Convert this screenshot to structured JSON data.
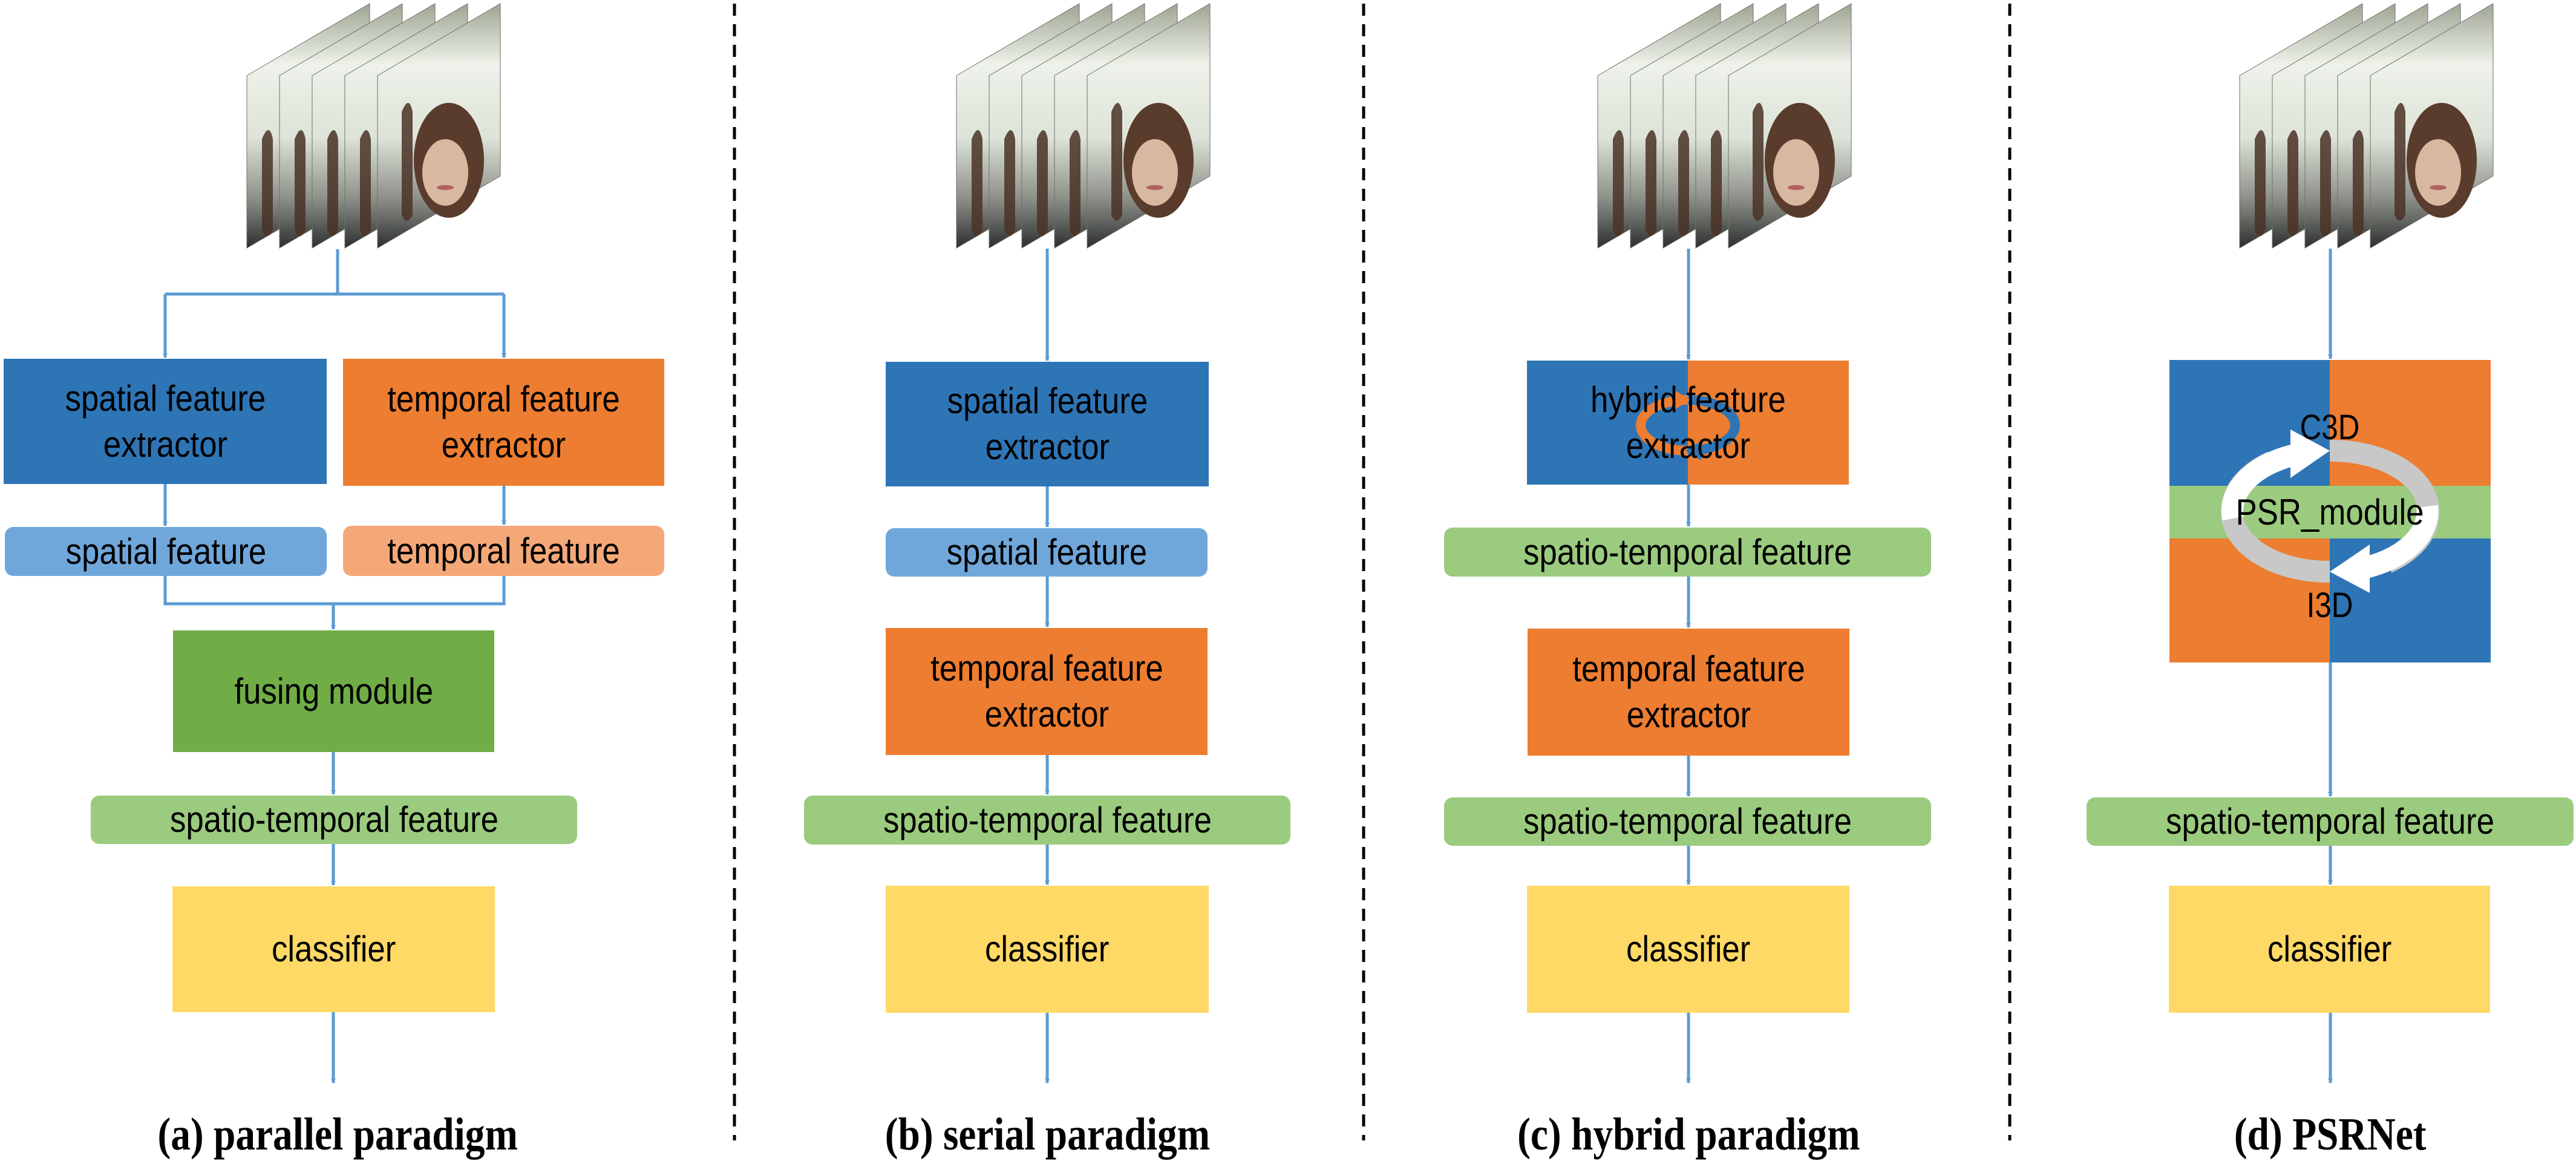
{
  "colors": {
    "spatial_block": "#2E75B6",
    "temporal_block": "#ED7D31",
    "spatial_feature": "#70A7DB",
    "temporal_feature": "#F4A878",
    "fusing_block": "#70AD47",
    "st_feature": "#9BCB7E",
    "classifier": "#FFD966",
    "arrow": "#5B9BD5",
    "divider": "#000000",
    "ring_front": "#FFFFFF",
    "ring_back": "#C8C8C8"
  },
  "input": {
    "frames_per_stack": 5,
    "frame_content": "face video frames"
  },
  "panels": {
    "a": {
      "spatial_extractor": "spatial feature\nextractor",
      "temporal_extractor": "temporal feature\nextractor",
      "spatial_feature": "spatial feature",
      "temporal_feature": "temporal feature",
      "fusing": "fusing module",
      "st_feature": "spatio-temporal feature",
      "classifier": "classifier",
      "caption": "(a) parallel paradigm"
    },
    "b": {
      "spatial_extractor": "spatial feature\nextractor",
      "spatial_feature": "spatial feature",
      "temporal_extractor": "temporal feature\nextractor",
      "st_feature": "spatio-temporal feature",
      "classifier": "classifier",
      "caption": "(b) serial paradigm"
    },
    "c": {
      "hybrid_extractor": "hybrid feature\nextractor",
      "st_feature_1": "spatio-temporal feature",
      "temporal_extractor": "temporal feature\nextractor",
      "st_feature_2": "spatio-temporal feature",
      "classifier": "classifier",
      "caption": "(c) hybrid paradigm"
    },
    "d": {
      "top_label": "C3D",
      "middle_label": "PSR_module",
      "bottom_label": "I3D",
      "st_feature": "spatio-temporal feature",
      "classifier": "classifier",
      "caption": "(d) PSRNet"
    }
  }
}
